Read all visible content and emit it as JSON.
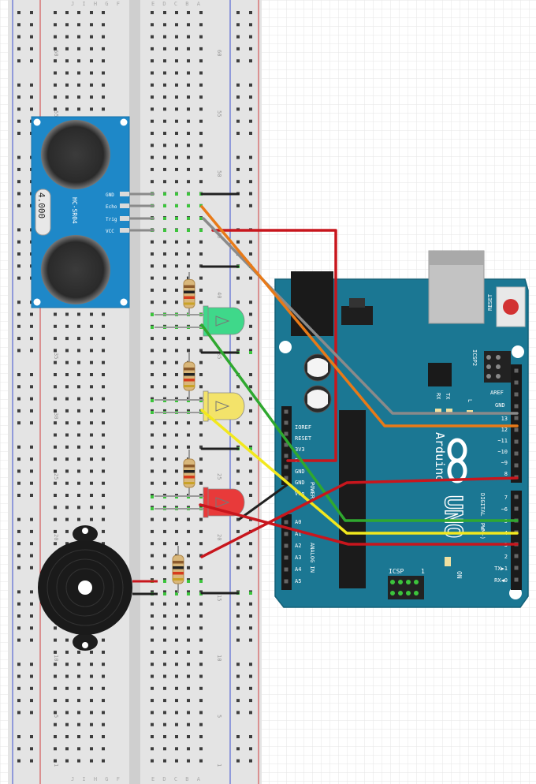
{
  "breadboard": {
    "row_labels": [
      "1",
      "5",
      "10",
      "15",
      "20",
      "25",
      "30",
      "35",
      "40",
      "45",
      "50",
      "55",
      "60"
    ],
    "column_letters_left": "J I H G F",
    "column_letters_right": "E D C B A"
  },
  "sensor": {
    "model": "HC-SR04",
    "crystal": "4.000",
    "pins": [
      "GND",
      "Echo",
      "Trig",
      "VCC"
    ]
  },
  "arduino": {
    "brand": "Arduino",
    "model": "UNO",
    "reset_label": "RESET",
    "icsp2_label": "ICSP2",
    "icsp_label": "ICSP",
    "icsp_pin1": "1",
    "aref": "AREF",
    "gnd": "GND",
    "tx": "TX",
    "rx": "RX",
    "l_label": "L",
    "on_label": "ON",
    "power_label": "POWER",
    "analog_label": "ANALOG IN",
    "digital_label": "DIGITAL (PWM~)",
    "power_pins": [
      "IOREF",
      "RESET",
      "3V3",
      "5V",
      "GND",
      "GND",
      "Vin"
    ],
    "analog_pins": [
      "A0",
      "A1",
      "A2",
      "A3",
      "A4",
      "A5"
    ],
    "digital_top": [
      "13",
      "12",
      "~11",
      "~10",
      "~9",
      "8"
    ],
    "digital_bottom": [
      "7",
      "~6",
      "~5",
      "4",
      "~3",
      "2",
      "TX▶1",
      "RX◀0"
    ]
  },
  "colors": {
    "board_teal": "#1b7793",
    "sensor_blue": "#1e88c8",
    "wire_red": "#c8161d",
    "wire_green": "#2fa82f",
    "wire_yellow": "#f2e81e",
    "wire_orange": "#e87a18",
    "wire_gray": "#8a8a8a",
    "wire_black": "#202020",
    "led_green": "#3fd88a",
    "led_yellow": "#f3e36a",
    "led_red": "#e83a3a"
  }
}
